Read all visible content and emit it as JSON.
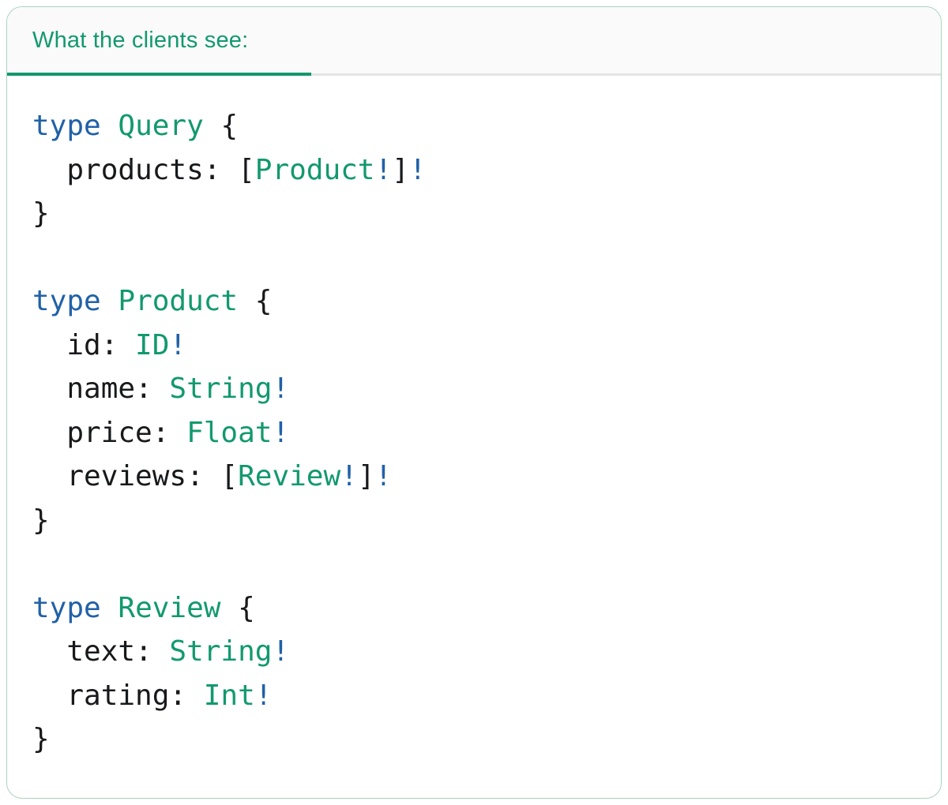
{
  "colors": {
    "accent_teal": "#12996E",
    "keyword_blue": "#2161A8",
    "code_dark": "#18191B",
    "card_border": "#A8D4BE",
    "header_bg": "#FAFAFA",
    "divider_gray": "#E4E4E4",
    "page_bg": "#FFFFFF"
  },
  "header": {
    "title": "What the clients see:"
  },
  "code": {
    "language": "graphql",
    "lines": [
      [
        {
          "c": "kw",
          "t": "type"
        },
        {
          "c": "pl",
          "t": " "
        },
        {
          "c": "ty",
          "t": "Query"
        },
        {
          "c": "pl",
          "t": " {"
        }
      ],
      [
        {
          "c": "pl",
          "t": "  products: ["
        },
        {
          "c": "ty",
          "t": "Product"
        },
        {
          "c": "kw",
          "t": "!"
        },
        {
          "c": "pl",
          "t": "]"
        },
        {
          "c": "kw",
          "t": "!"
        }
      ],
      [
        {
          "c": "pl",
          "t": "}"
        }
      ],
      [],
      [
        {
          "c": "kw",
          "t": "type"
        },
        {
          "c": "pl",
          "t": " "
        },
        {
          "c": "ty",
          "t": "Product"
        },
        {
          "c": "pl",
          "t": " {"
        }
      ],
      [
        {
          "c": "pl",
          "t": "  id: "
        },
        {
          "c": "ty",
          "t": "ID"
        },
        {
          "c": "kw",
          "t": "!"
        }
      ],
      [
        {
          "c": "pl",
          "t": "  name: "
        },
        {
          "c": "ty",
          "t": "String"
        },
        {
          "c": "kw",
          "t": "!"
        }
      ],
      [
        {
          "c": "pl",
          "t": "  price: "
        },
        {
          "c": "ty",
          "t": "Float"
        },
        {
          "c": "kw",
          "t": "!"
        }
      ],
      [
        {
          "c": "pl",
          "t": "  reviews: ["
        },
        {
          "c": "ty",
          "t": "Review"
        },
        {
          "c": "kw",
          "t": "!"
        },
        {
          "c": "pl",
          "t": "]"
        },
        {
          "c": "kw",
          "t": "!"
        }
      ],
      [
        {
          "c": "pl",
          "t": "}"
        }
      ],
      [],
      [
        {
          "c": "kw",
          "t": "type"
        },
        {
          "c": "pl",
          "t": " "
        },
        {
          "c": "ty",
          "t": "Review"
        },
        {
          "c": "pl",
          "t": " {"
        }
      ],
      [
        {
          "c": "pl",
          "t": "  text: "
        },
        {
          "c": "ty",
          "t": "String"
        },
        {
          "c": "kw",
          "t": "!"
        }
      ],
      [
        {
          "c": "pl",
          "t": "  rating: "
        },
        {
          "c": "ty",
          "t": "Int"
        },
        {
          "c": "kw",
          "t": "!"
        }
      ],
      [
        {
          "c": "pl",
          "t": "}"
        }
      ]
    ]
  }
}
